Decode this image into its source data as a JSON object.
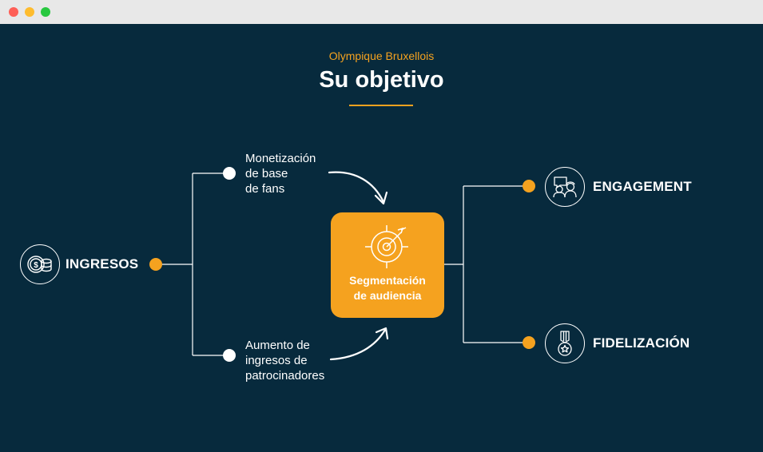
{
  "window": {
    "controls": [
      "close",
      "minimize",
      "maximize"
    ]
  },
  "header": {
    "subtitle": "Olympique Bruxellois",
    "title": "Su objetivo"
  },
  "left_node": {
    "label": "INGRESOS",
    "icon": "coins-icon"
  },
  "branches": [
    {
      "line1": "Monetización",
      "line2": "de base",
      "line3": "de fans"
    },
    {
      "line1": "Aumento de",
      "line2": "ingresos de",
      "line3": "patrocinadores"
    }
  ],
  "center": {
    "line1": "Segmentación",
    "line2": "de audiencia",
    "icon": "target-icon"
  },
  "right_nodes": [
    {
      "label": "ENGAGEMENT",
      "icon": "people-icon"
    },
    {
      "label": "FIDELIZACIÓN",
      "icon": "medal-icon"
    }
  ],
  "colors": {
    "background": "#072a3d",
    "accent": "#f5a21f",
    "text": "#ffffff"
  }
}
